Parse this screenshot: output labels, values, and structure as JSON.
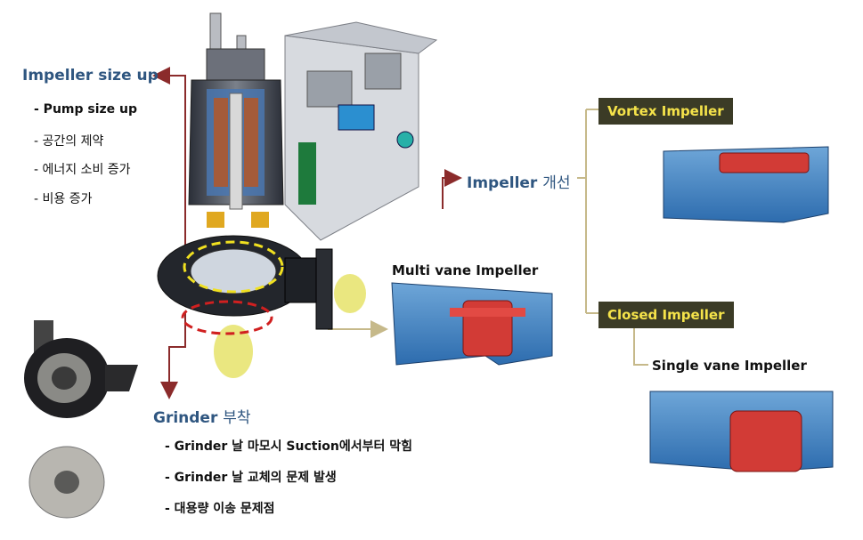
{
  "left_block": {
    "title": "Impeller size up",
    "items": [
      "- Pump size up",
      "- 공간의 제약",
      "- 에너지 소비 증가",
      "- 비용 증가"
    ]
  },
  "grinder_block": {
    "title_en": "Grinder",
    "title_kr": "부착",
    "items": [
      "- Grinder 날 마모시 Suction에서부터 막힘",
      "- Grinder 날 교체의 문제 발생",
      "- 대용량 이송 문제점"
    ]
  },
  "improvement": {
    "title_en": "Impeller",
    "title_kr": "개선"
  },
  "multi_vane": {
    "label": "Multi vane Impeller"
  },
  "vortex": {
    "label": "Vortex Impeller"
  },
  "closed": {
    "label": "Closed Impeller"
  },
  "single_vane": {
    "label": "Single vane Impeller"
  },
  "colors": {
    "arrow_red": "#8b2b2b",
    "tan_line": "#c6b98a",
    "box_bg": "#3b3b26",
    "box_text": "#f5e34a",
    "title_blue": "#2f5680"
  }
}
